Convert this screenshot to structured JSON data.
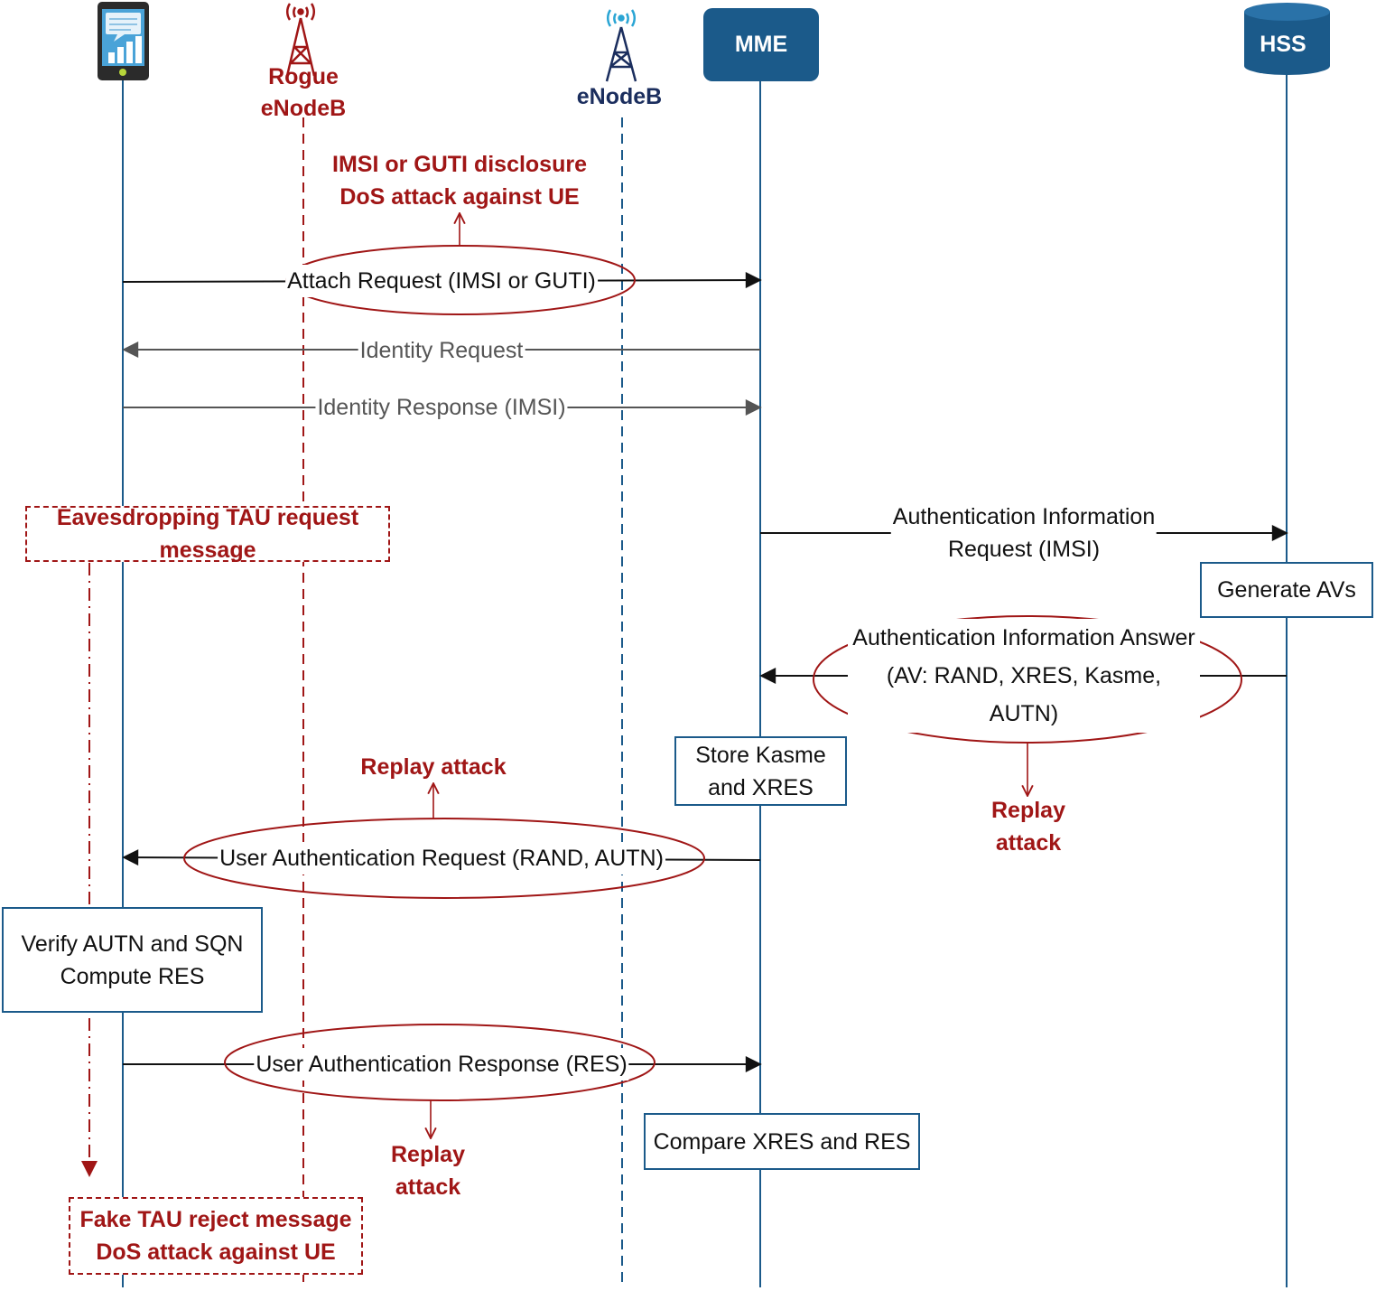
{
  "actors": {
    "rogue_enodeb": "Rogue\neNodeB",
    "enodeb": "eNodeB",
    "mme": "MME",
    "hss": "HSS"
  },
  "messages": {
    "attach_request": "Attach Request (IMSI or GUTI)",
    "identity_request": "Identity Request",
    "identity_response": "Identity Response (IMSI)",
    "auth_info_request": "Authentication Information\nRequest (IMSI)",
    "auth_info_answer": "Authentication Information Answer\n(AV: RAND, XRES, Kasme, AUTN)",
    "user_auth_request": "User Authentication Request (RAND, AUTN)",
    "user_auth_response": "User Authentication Response (RES)"
  },
  "boxes": {
    "generate_avs": "Generate AVs",
    "store_kasme": "Store Kasme\nand XRES",
    "verify_autn": "Verify AUTN and SQN\nCompute RES",
    "compare_xres": "Compare XRES and RES"
  },
  "attacks": {
    "imsi_disclosure": "IMSI or GUTI disclosure\nDoS attack against UE",
    "eavesdropping_tau": "Eavesdropping TAU request\nmessage",
    "replay_attack_auth_request": "Replay attack",
    "replay_attack_auth_answer": "Replay\nattack",
    "replay_attack_auth_response": "Replay\nattack",
    "fake_tau_reject": "Fake TAU reject message\nDoS attack against UE"
  },
  "colors": {
    "lifeline_blue": "#1b5a8a",
    "attack_red": "#a01616",
    "arrow_black": "#111111",
    "arrow_grey": "#555555",
    "enodeb_navy": "#1b2e5e",
    "enodeb_cyan": "#2aa5d4"
  }
}
